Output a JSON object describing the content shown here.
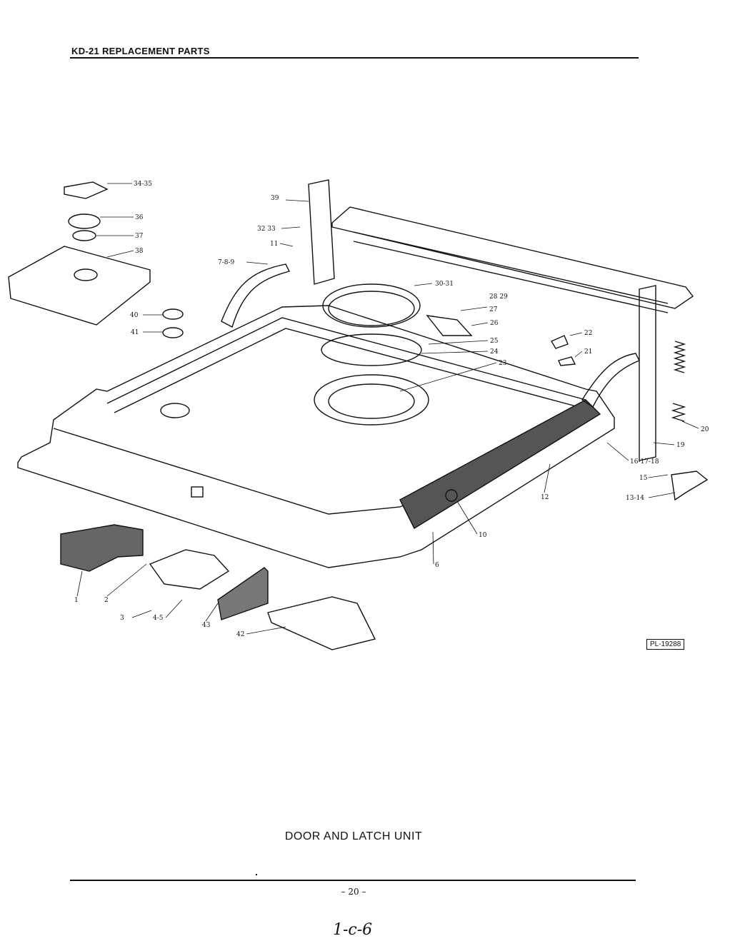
{
  "header": {
    "title": "KD-21 REPLACEMENT PARTS"
  },
  "diagram": {
    "plate_reference": "PL-19288",
    "callouts": [
      "34-35",
      "36",
      "37",
      "38",
      "39",
      "32 33",
      "11",
      "7-8-9",
      "30-31",
      "40",
      "41",
      "28 29",
      "27",
      "26",
      "25",
      "24",
      "22",
      "21",
      "23",
      "20",
      "19",
      "16-17-18",
      "15",
      "13-14",
      "12",
      "10",
      "6",
      "1",
      "2",
      "3",
      "4-5",
      "43",
      "42"
    ]
  },
  "caption": "DOOR AND LATCH UNIT",
  "footer": {
    "page_number": "– 20 –",
    "handwritten_note": "1-c-6"
  }
}
